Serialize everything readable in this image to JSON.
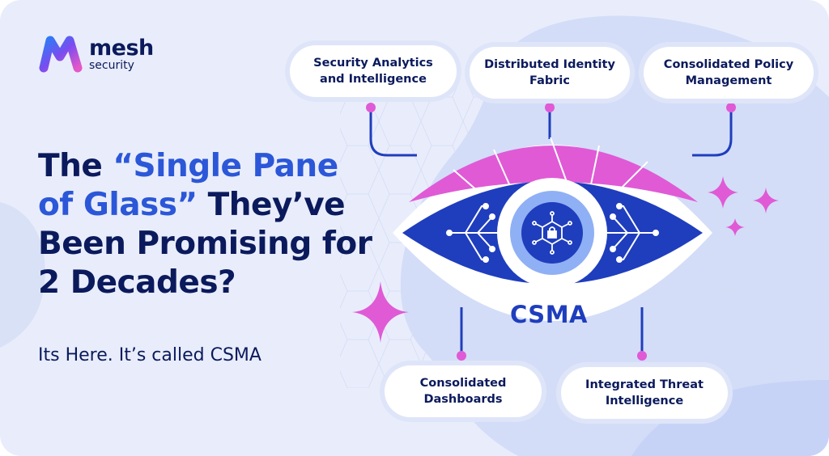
{
  "brand": {
    "name": "mesh",
    "sub": "security"
  },
  "headline": {
    "part1": "The ",
    "highlight": "“Single Pane of Glass”",
    "part2": " They’ve Been Promising for 2 Decades?"
  },
  "subline": "Its Here. It’s called CSMA",
  "diagram": {
    "center_label": "CSMA",
    "nodes": [
      "Security Analytics\nand Intelligence",
      "Distributed Identity\nFabric",
      "Consolidated Policy\nManagement",
      "Consolidated\nDashboards",
      "Integrated Threat\nIntelligence"
    ]
  },
  "colors": {
    "navy": "#0b1a5c",
    "blue": "#2b57d8",
    "eye_blue": "#1f3ebd",
    "magenta": "#e05ad6",
    "background": "#e9edfb"
  },
  "icons": [
    "mesh-logo-icon",
    "sparkle-icon",
    "padlock-network-icon"
  ]
}
